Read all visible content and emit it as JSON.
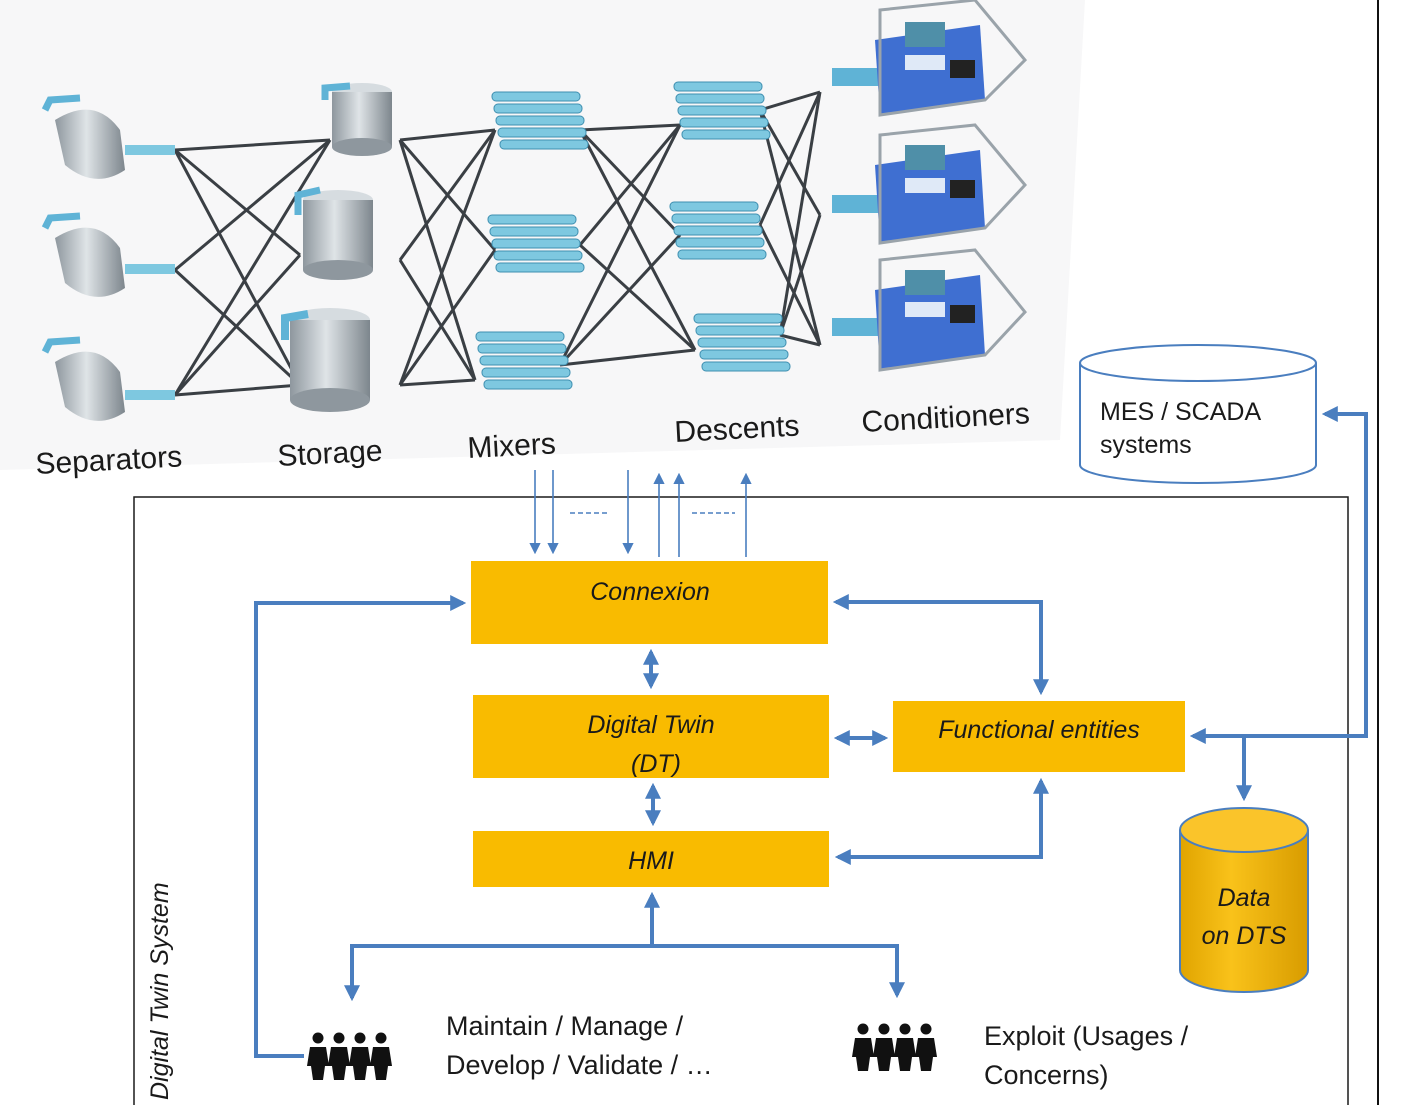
{
  "stages": [
    "Separators",
    "Storage",
    "Mixers",
    "Descents",
    "Conditioners"
  ],
  "mes_scada": [
    "MES / SCADA",
    "systems"
  ],
  "dts_title": "Digital Twin System",
  "blocks": {
    "connexion": "Connexion",
    "digital_twin": [
      "Digital Twin",
      "(DT)"
    ],
    "hmi": "HMI",
    "functional_entities": "Functional entities"
  },
  "data_store": [
    "Data",
    "on DTS"
  ],
  "users": {
    "maintain": [
      "Maintain / Manage /",
      "Develop / Validate / …"
    ],
    "exploit": [
      "Exploit (Usages /",
      "Concerns)"
    ]
  },
  "colors": {
    "block_fill": "#f9bb00",
    "arrow": "#4a7ebf",
    "tank": "#b8c0c6",
    "mixer": "#7ec8e0",
    "conditioner": "#3f6fd1"
  }
}
